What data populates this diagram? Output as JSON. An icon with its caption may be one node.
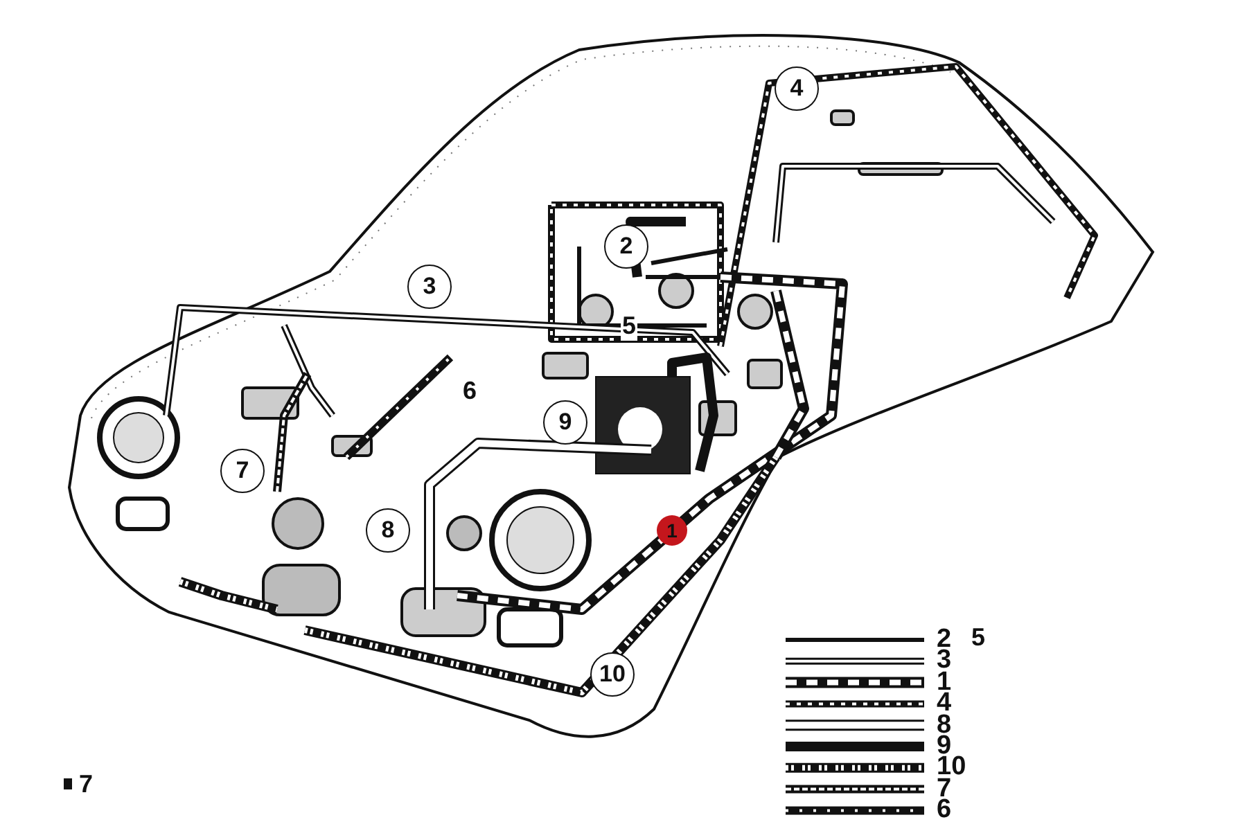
{
  "diagram": {
    "labels": [
      "4",
      "2",
      "3",
      "5",
      "6",
      "9",
      "7",
      "8",
      "1",
      "10",
      "5",
      "7"
    ],
    "legend": [
      {
        "text": "2"
      },
      {
        "text": "3"
      },
      {
        "text": "1"
      },
      {
        "text": "4"
      },
      {
        "text": "8"
      },
      {
        "text": "9"
      },
      {
        "text": "10"
      },
      {
        "text": "7"
      },
      {
        "text": "6"
      }
    ]
  }
}
